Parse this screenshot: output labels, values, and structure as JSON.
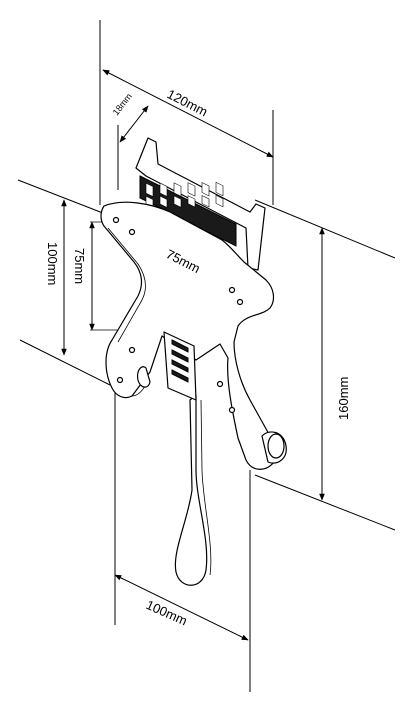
{
  "diagram": {
    "subject": "vesa-wall-mount-bracket",
    "dimensions": {
      "width_top": "120mm",
      "depth_top": "18mm",
      "hole_spacing_diagonal": "75mm",
      "hole_spacing_vertical_75": "75mm",
      "hole_spacing_vertical_100": "100mm",
      "height": "160mm",
      "width_bottom": "100mm"
    },
    "colors": {
      "line": "#000000",
      "background": "#ffffff"
    }
  }
}
